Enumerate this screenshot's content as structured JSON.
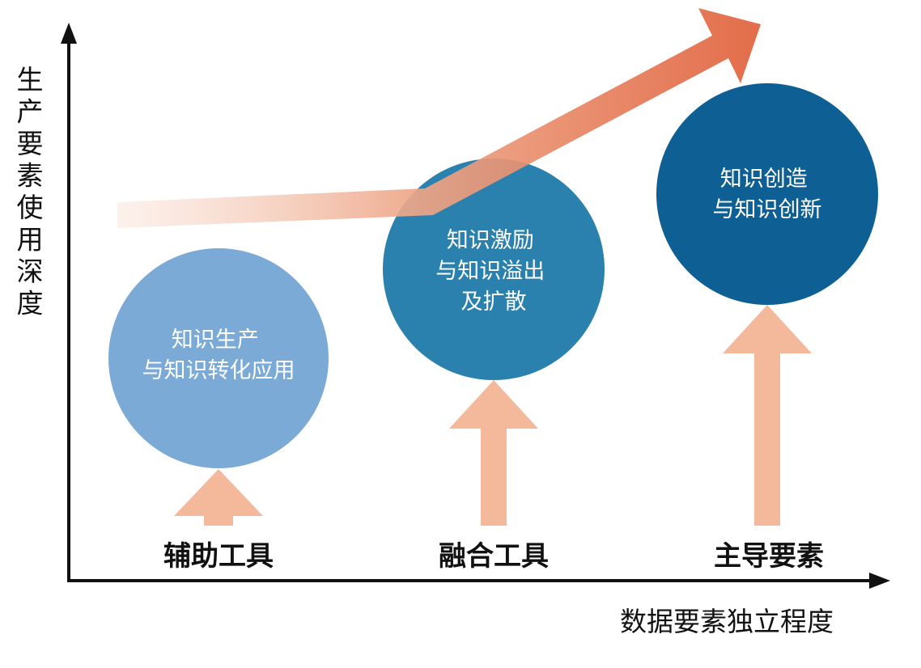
{
  "axes": {
    "y_label": "生产要素使用深度",
    "x_label": "数据要素独立程度"
  },
  "stages": [
    {
      "label": "辅助工具",
      "circle_lines": [
        "知识生产",
        "与知识转化应用"
      ],
      "circle_color": "#7aaad5"
    },
    {
      "label": "融合工具",
      "circle_lines": [
        "知识激励",
        "与知识溢出",
        "及扩散"
      ],
      "circle_color": "#2b81ad"
    },
    {
      "label": "主导要素",
      "circle_lines": [
        "知识创造",
        "与知识创新"
      ],
      "circle_color": "#0e5f94"
    }
  ],
  "colors": {
    "up_arrow": "#f4b89a",
    "trend_arrow": "#e0603a",
    "axis": "#111111"
  }
}
